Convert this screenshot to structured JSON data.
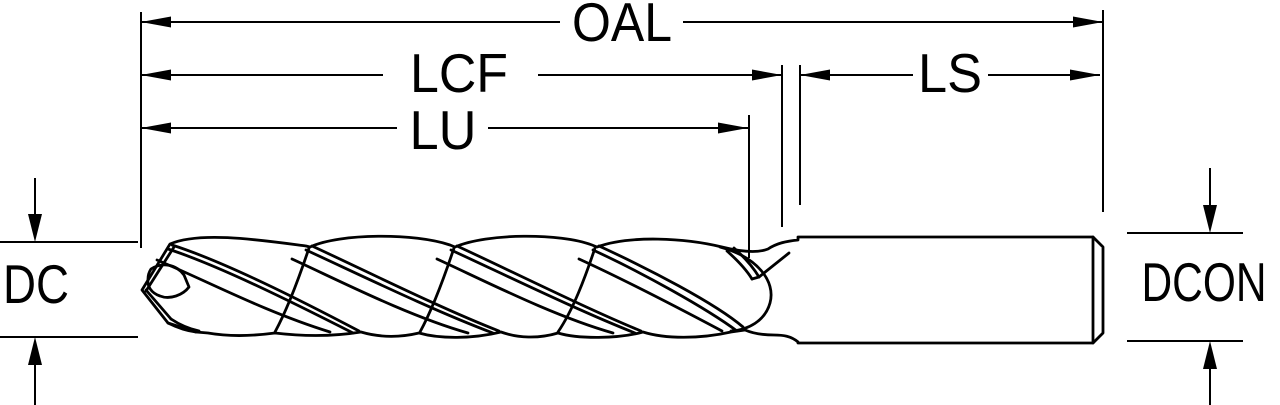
{
  "diagram": {
    "type": "technical-dimension-drawing",
    "subject": "twist-drill-side-view",
    "background_color": "#ffffff",
    "line_color": "#000000",
    "labels": {
      "oal": "OAL",
      "lcf": "LCF",
      "lu": "LU",
      "ls": "LS",
      "dc": "DC",
      "dcon": "DCON"
    }
  }
}
